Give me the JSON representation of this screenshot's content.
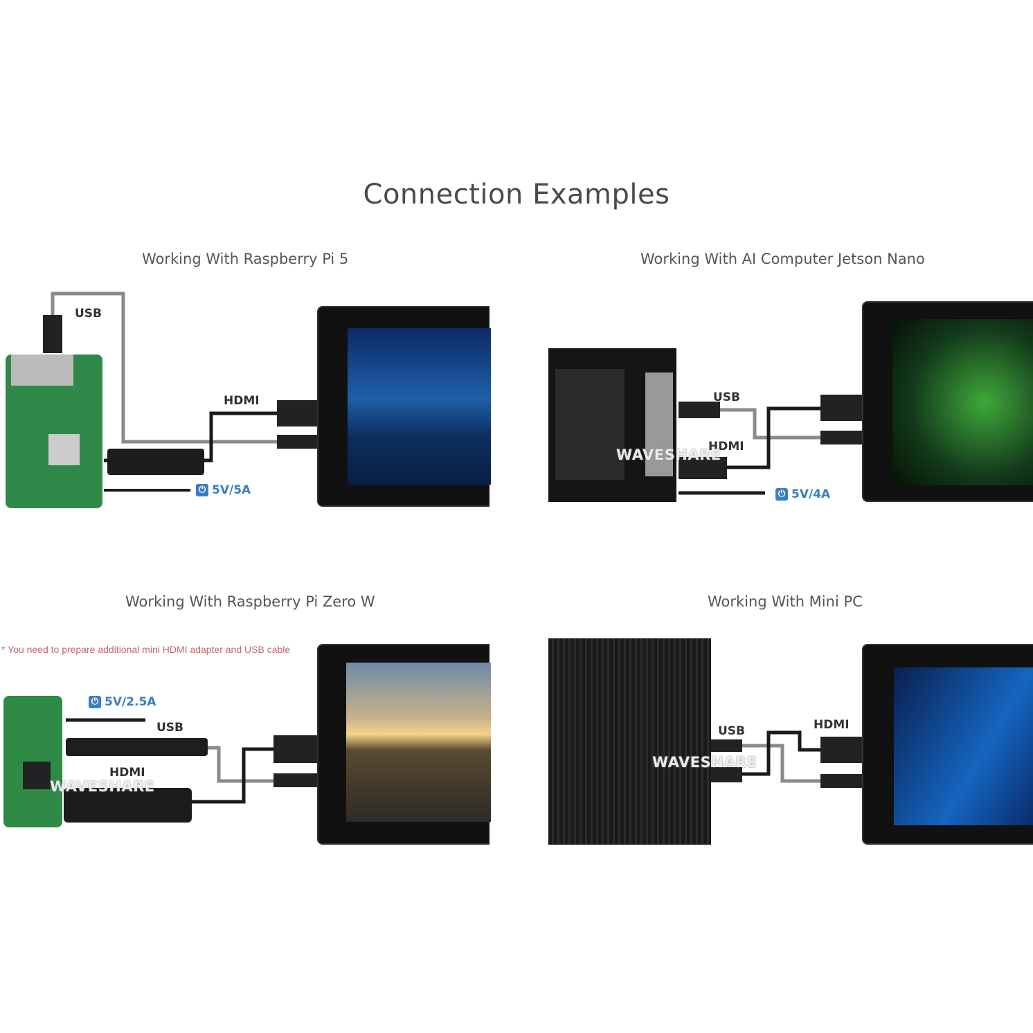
{
  "title": "Connection Examples",
  "panels": [
    {
      "heading": "Working With Raspberry Pi 5",
      "usb": "USB",
      "hdmi": "HDMI",
      "power": "5V/5A"
    },
    {
      "heading": "Working With AI Computer Jetson Nano",
      "usb": "USB",
      "hdmi": "HDMI",
      "power": "5V/4A",
      "watermark": "WAVESHARE"
    },
    {
      "heading": "Working With Raspberry Pi Zero W",
      "note": "* You need to prepare additional mini HDMI adapter and USB cable",
      "usb": "USB",
      "hdmi": "HDMI",
      "power": "5V/2.5A",
      "watermark": "WAVESHARE"
    },
    {
      "heading": "Working With Mini PC",
      "usb": "USB",
      "hdmi": "HDMI",
      "watermark": "WAVESHARE"
    }
  ],
  "colors": {
    "power_label": "#3a7fc0",
    "note": "#c9666a",
    "usb_cable": "#8a8a8a",
    "hdmi_cable": "#1a1a1a"
  },
  "power_icon": "power-icon"
}
